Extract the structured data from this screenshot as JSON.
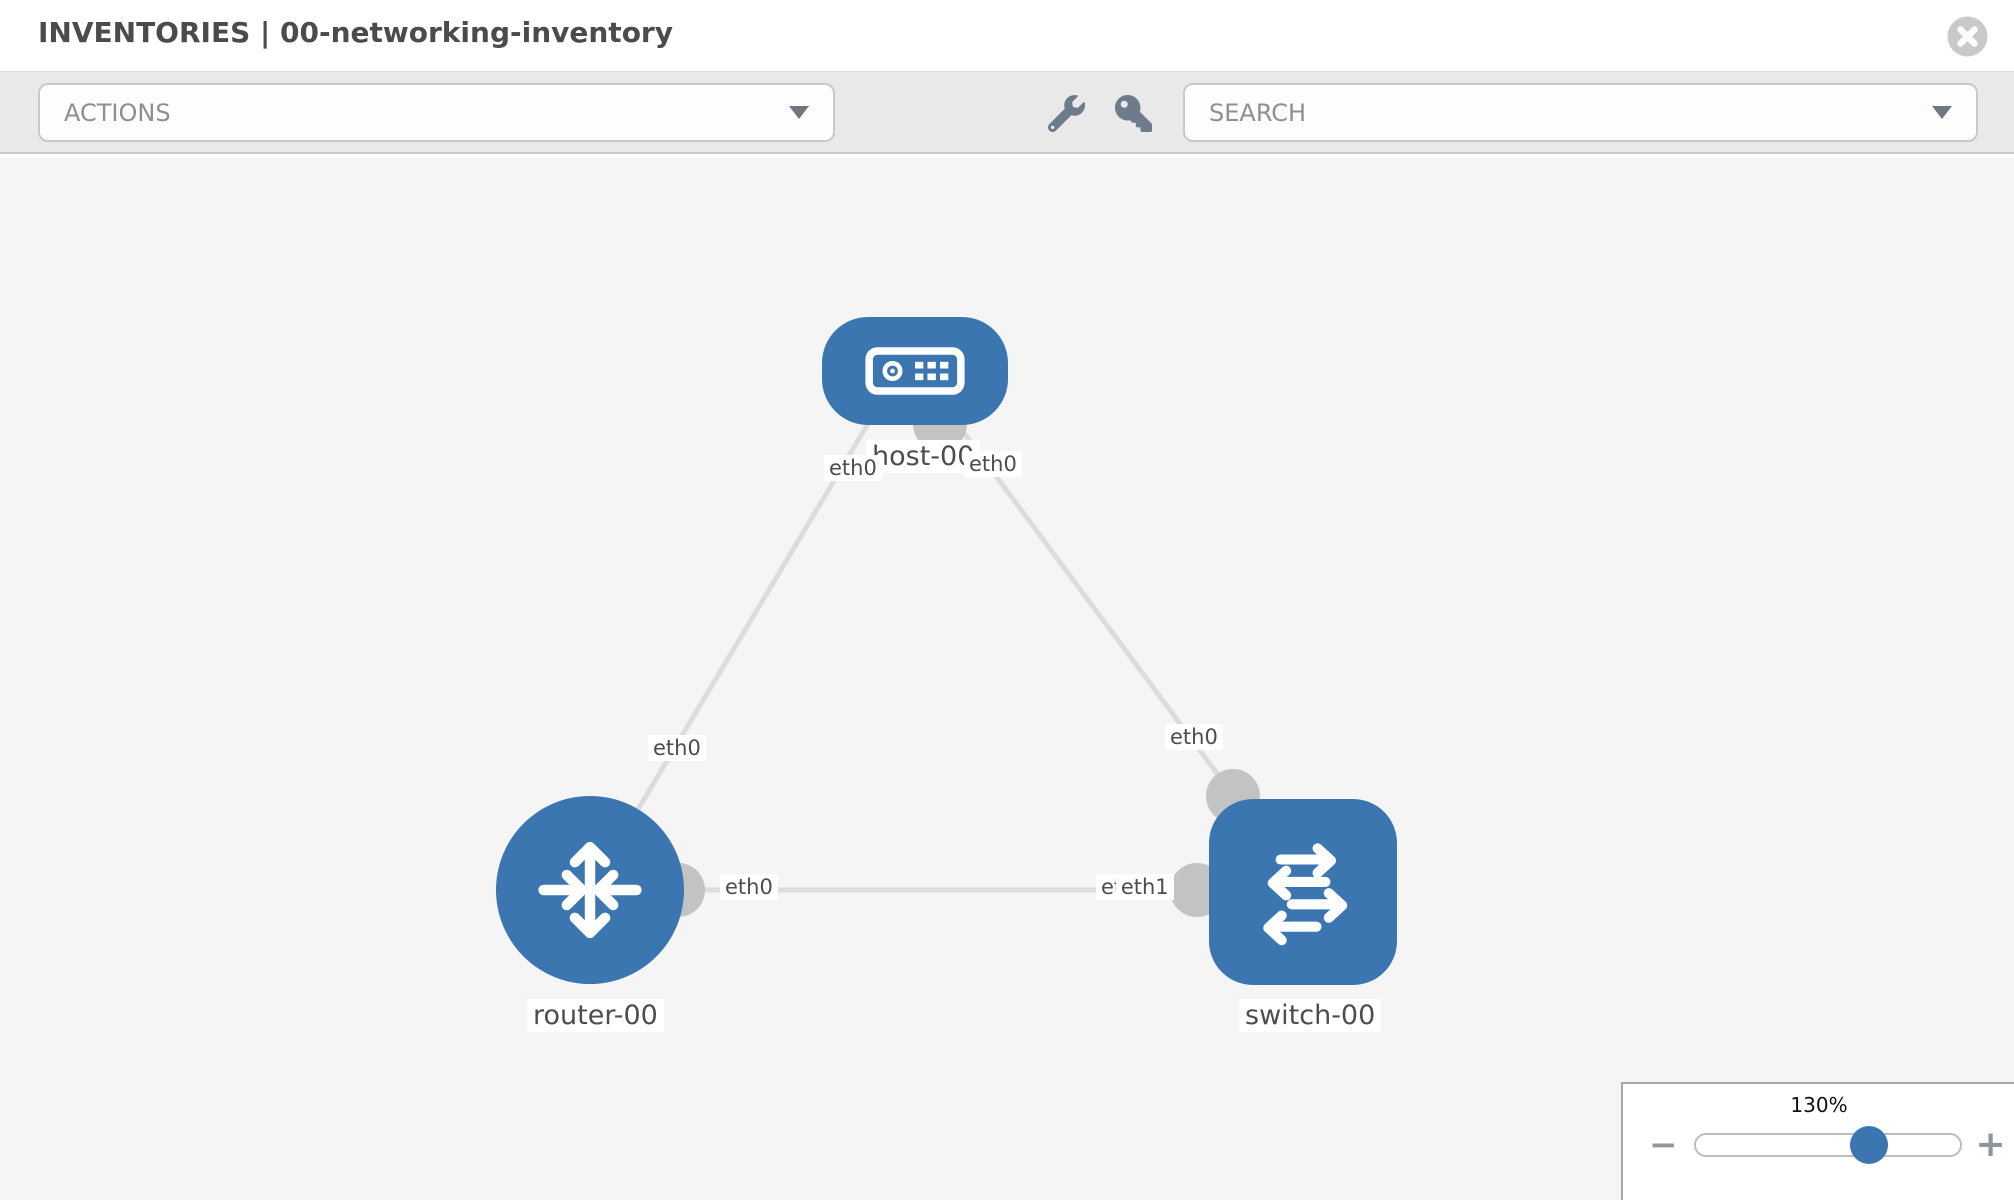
{
  "header": {
    "title": "INVENTORIES | 00-networking-inventory",
    "close_icon": "circle-x-icon"
  },
  "toolbar": {
    "actions_label": "ACTIONS",
    "search_label": "SEARCH",
    "icons": [
      "wrench-icon",
      "key-icon"
    ]
  },
  "topology": {
    "nodes": [
      {
        "id": "host-00",
        "label": "host-00",
        "type": "host",
        "icon": "host-icon",
        "shape": "rounded-rect"
      },
      {
        "id": "router-00",
        "label": "router-00",
        "type": "router",
        "icon": "router-icon",
        "shape": "circle"
      },
      {
        "id": "switch-00",
        "label": "switch-00",
        "type": "switch",
        "icon": "switch-icon",
        "shape": "rounded-square"
      }
    ],
    "links": [
      {
        "from": "host-00",
        "to": "router-00",
        "from_iface": "eth0",
        "to_iface": "eth0"
      },
      {
        "from": "host-00",
        "to": "switch-00",
        "from_iface": "eth0",
        "to_iface": "eth0"
      },
      {
        "from": "router-00",
        "to": "switch-00",
        "from_iface": "eth0",
        "to_iface": "eth1"
      }
    ],
    "iface_labels": {
      "host_router_at_host": "eth0",
      "host_router_mid": "eth0",
      "host_switch_at_host": "eth0",
      "host_switch_mid": "eth0",
      "router_switch_at_router": "eth0",
      "router_switch_at_switch_under": "eth0",
      "router_switch_at_switch_over": "eth1"
    }
  },
  "zoom_control": {
    "level": "130%",
    "zoom_out": "−",
    "zoom_in": "+"
  },
  "colors": {
    "node_blue": "#3b76b1",
    "link_gray": "#dcdcdc",
    "interface_gray": "#c3c3c3",
    "toolbar_bg": "#e9e9e9",
    "canvas_bg": "#f5f5f5",
    "text_gray": "#4d4d4d"
  }
}
